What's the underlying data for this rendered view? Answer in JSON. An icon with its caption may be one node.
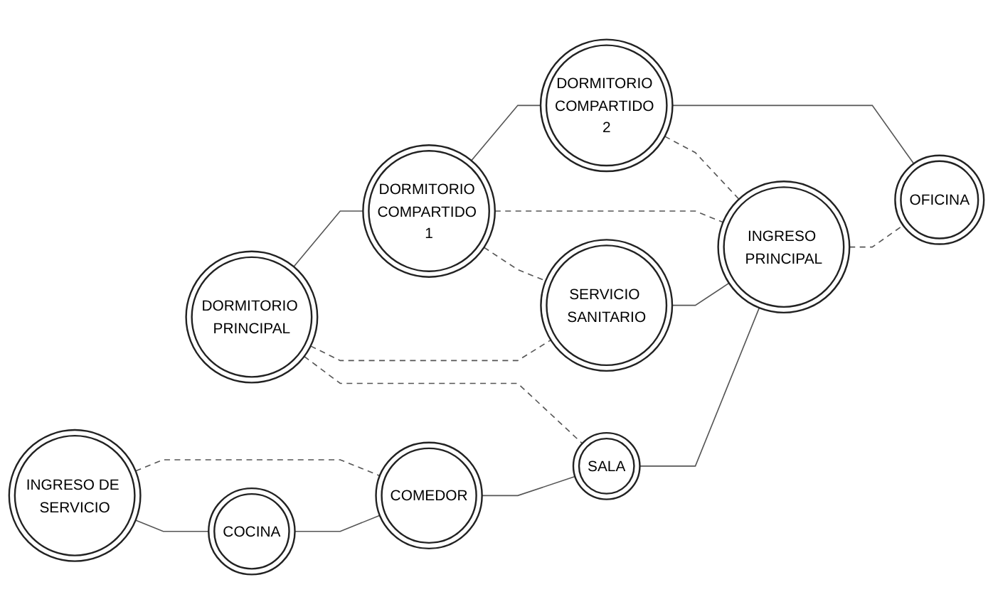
{
  "diagram": {
    "nodes": [
      {
        "text": [
          "DORMITORIO COMPARTIDO 1"
        ]
      },
      {
        "text": [
          "DORMITORIO PRINCIPAL"
        ]
      },
      {
        "text": [
          "INGRESO DE SERVICIO"
        ]
      },
      {
        "text": [
          "SERVICIO SANITARIO"
        ]
      },
      {
        "text": [
          "DORMITORIO COMPARTIDO 2"
        ]
      },
      {
        "text": [
          "COCINA"
        ]
      },
      {
        "text": [
          "COMEDOR"
        ]
      },
      {
        "text": [
          "SALA"
        ]
      },
      {
        "text": [
          "INGRESO PRINCIPAL"
        ]
      },
      {
        "text": [
          "OFICINA"
        ]
      }
    ],
    "edges": [
      {
        "from": 2,
        "to": 5,
        "arrow": "none"
      },
      {
        "from": 2,
        "to": 6,
        "arrow": "none",
        "style": "dashed"
      },
      {
        "from": 5,
        "to": 6,
        "arrow": "none"
      },
      {
        "from": 6,
        "to": 7,
        "arrow": "none"
      },
      {
        "from": 1,
        "to": 7,
        "arrow": "none",
        "style": "dashed"
      },
      {
        "from": 1,
        "to": 3,
        "arrow": "none",
        "style": "dashed"
      },
      {
        "from": 1,
        "to": 0,
        "arrow": "none"
      },
      {
        "from": 0,
        "to": 3,
        "arrow": "none",
        "style": "dashed"
      },
      {
        "from": 0,
        "to": 8,
        "arrow": "none",
        "style": "dashed"
      },
      {
        "from": 0,
        "to": 4,
        "arrow": "none"
      },
      {
        "from": 3,
        "to": 8,
        "arrow": "none"
      },
      {
        "from": 7,
        "to": 8,
        "arrow": "none"
      },
      {
        "from": 4,
        "to": 8,
        "arrow": "none",
        "style": "dashed"
      },
      {
        "from": 4,
        "to": 9,
        "arrow": "none"
      },
      {
        "from": 8,
        "to": 9,
        "arrow": "none",
        "style": "dashed"
      }
    ]
  }
}
